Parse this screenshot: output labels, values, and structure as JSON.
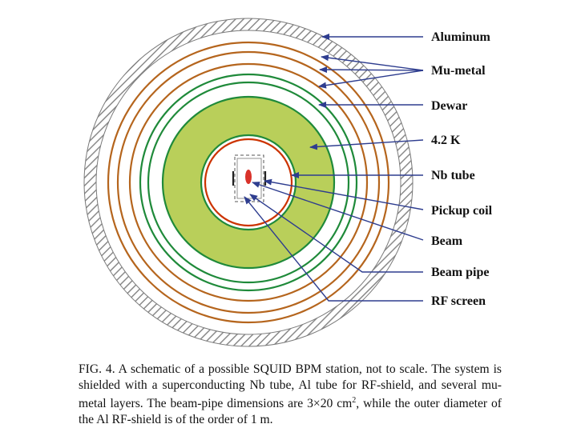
{
  "labels": {
    "aluminum": "Aluminum",
    "mu_metal": "Mu-metal",
    "dewar": "Dewar",
    "temp": "4.2 K",
    "nb_tube": "Nb tube",
    "pickup_coil": "Pickup coil",
    "beam": "Beam",
    "beam_pipe": "Beam pipe",
    "rf_screen": "RF screen"
  },
  "caption": {
    "fig_number": "FIG. 4.",
    "text_before_exp": "A schematic of a possible SQUID BPM station, not to scale. The system is shielded with a superconducting Nb tube, Al tube for RF-shield, and several mu-metal layers. The beam-pipe dimensions are 3×20 cm",
    "superscript": "2",
    "text_after_exp": ", while the outer diameter of the Al RF-shield is of the order of 1 m."
  },
  "colors": {
    "hatch": "#8a8a8a",
    "mu_metal_ring": "#b5651d",
    "dewar_ring": "#1f8a3a",
    "cold_region": "#b9cf5a",
    "nb_tube_ring": "#cc3300",
    "beam_spot": "#d9322a",
    "arrow": "#2e3d8f"
  }
}
